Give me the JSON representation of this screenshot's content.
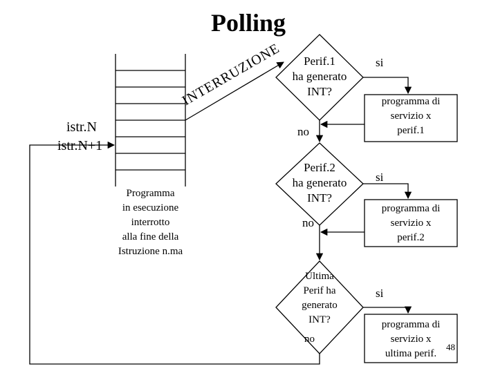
{
  "title": "Polling",
  "memory_labels": [
    "istr.N",
    "istr.N+1"
  ],
  "interrupt_label": "INTERRUZIONE",
  "program_note": [
    "Programma",
    "in esecuzione",
    "interrotto",
    "alla fine della",
    "Istruzione n.ma"
  ],
  "decisions": [
    {
      "lines": [
        "Perif.1",
        "ha generato",
        "INT?"
      ],
      "yes": "si",
      "no": "no",
      "service": [
        "programma di",
        "servizio x",
        "perif.1"
      ]
    },
    {
      "lines": [
        "Perif.2",
        "ha generato",
        "INT?"
      ],
      "yes": "si",
      "no": "no",
      "service": [
        "programma di",
        "servizio x",
        "perif.2"
      ]
    },
    {
      "lines": [
        "Ultima",
        "Perif ha",
        "generato",
        "INT?"
      ],
      "yes": "si",
      "no": "no",
      "service": [
        "programma di",
        "servizio x",
        "ultima perif."
      ]
    }
  ],
  "slide_number": "48"
}
